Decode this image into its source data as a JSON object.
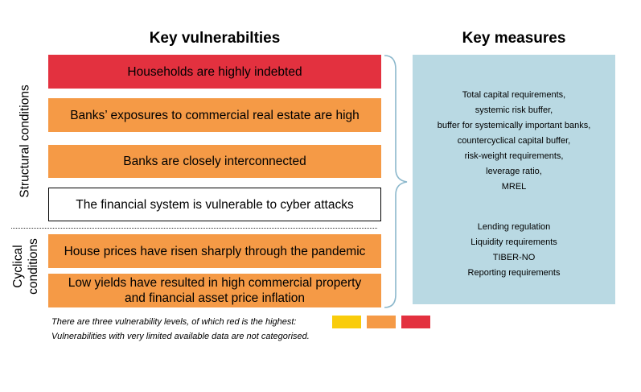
{
  "headings": {
    "vulnerabilities": "Key vulnerabilties",
    "measures": "Key measures"
  },
  "side_labels": {
    "structural": "Structural conditions",
    "cyclical_line1": "Cyclical",
    "cyclical_line2": "conditions"
  },
  "vulnerabilities": [
    {
      "text": "Households are highly indebted",
      "level": "red"
    },
    {
      "text": "Banks’ exposures to commercial real estate are high",
      "level": "orange"
    },
    {
      "text": "Banks are closely interconnected",
      "level": "orange"
    },
    {
      "text": "The financial system is vulnerable to cyber attacks",
      "level": "uncategorised"
    },
    {
      "text": "House prices have risen sharply through the pandemic",
      "level": "orange"
    },
    {
      "text_line1": "Low yields have resulted in high commercial property",
      "text_line2": "and financial asset price inflation",
      "level": "orange"
    }
  ],
  "measures": {
    "group1": [
      "Total capital requirements,",
      "systemic risk buffer,",
      "buffer for systemically important banks,",
      "countercyclical capital buffer,",
      "risk-weight requirements,",
      "leverage ratio,",
      "MREL"
    ],
    "group2": [
      "Lending regulation",
      "Liquidity requirements",
      "TIBER-NO",
      "Reporting requirements"
    ]
  },
  "legend": {
    "levels_text": "There are three vulnerability levels, of which red is the highest:",
    "note": "Vulnerabilities with very limited available data are not categorised.",
    "colors": {
      "yellow": "#f9cc0b",
      "orange": "#f59a46",
      "red": "#e3313f"
    }
  }
}
